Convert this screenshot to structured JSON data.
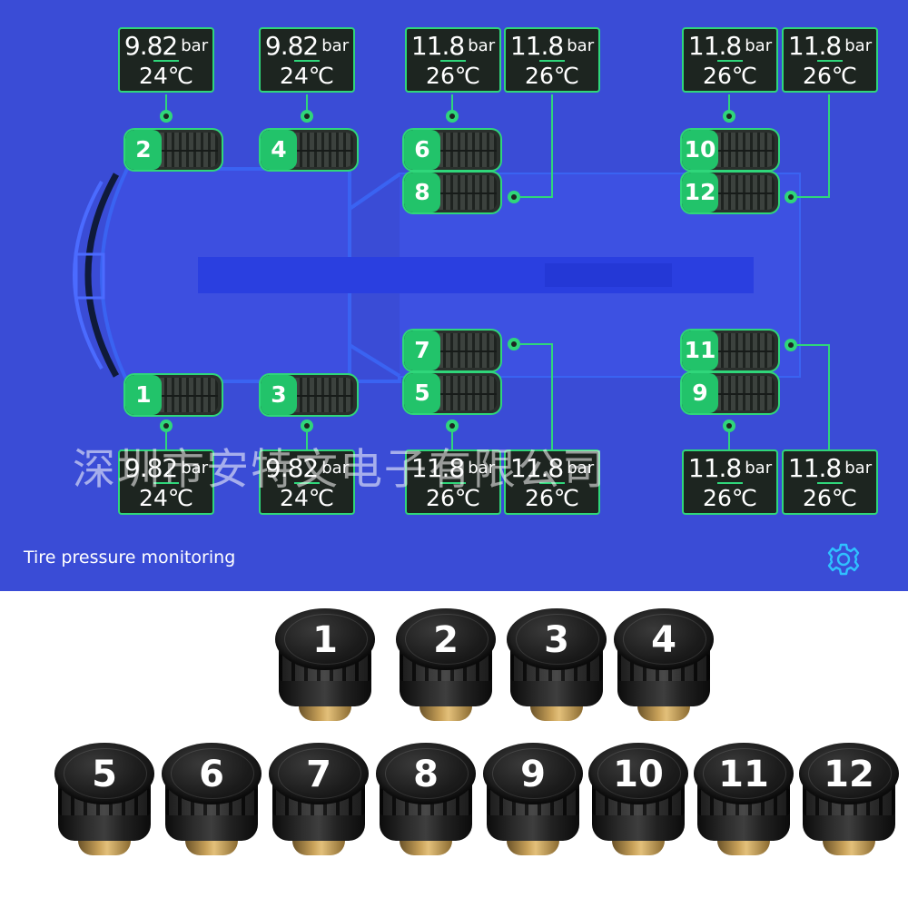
{
  "app": {
    "title": "Tire pressure monitoring",
    "watermark": "深圳市安特文电子有限公司",
    "settings_icon": "gear-icon"
  },
  "colors": {
    "background": "#3a4cd6",
    "accent": "#2fd67a",
    "panel": "#1d2520",
    "tire_badge": "#22c36a"
  },
  "units": {
    "pressure": "bar"
  },
  "tires": {
    "t1": {
      "number": "1",
      "pressure": "9.82",
      "temp": "24℃"
    },
    "t2": {
      "number": "2",
      "pressure": "9.82",
      "temp": "24℃"
    },
    "t3": {
      "number": "3",
      "pressure": "9.82",
      "temp": "24℃"
    },
    "t4": {
      "number": "4",
      "pressure": "9.82",
      "temp": "24℃"
    },
    "t5": {
      "number": "5",
      "pressure": "11.8",
      "temp": "26℃"
    },
    "t6": {
      "number": "6",
      "pressure": "11.8",
      "temp": "26℃"
    },
    "t7": {
      "number": "7",
      "pressure": "11.8",
      "temp": "26℃"
    },
    "t8": {
      "number": "8",
      "pressure": "11.8",
      "temp": "26℃"
    },
    "t9": {
      "number": "9",
      "pressure": "11.8",
      "temp": "26℃"
    },
    "t10": {
      "number": "10",
      "pressure": "11.8",
      "temp": "26℃"
    },
    "t11": {
      "number": "11",
      "pressure": "11.8",
      "temp": "26℃"
    },
    "t12": {
      "number": "12",
      "pressure": "11.8",
      "temp": "26℃"
    }
  },
  "sensors": [
    "1",
    "2",
    "3",
    "4",
    "5",
    "6",
    "7",
    "8",
    "9",
    "10",
    "11",
    "12"
  ]
}
